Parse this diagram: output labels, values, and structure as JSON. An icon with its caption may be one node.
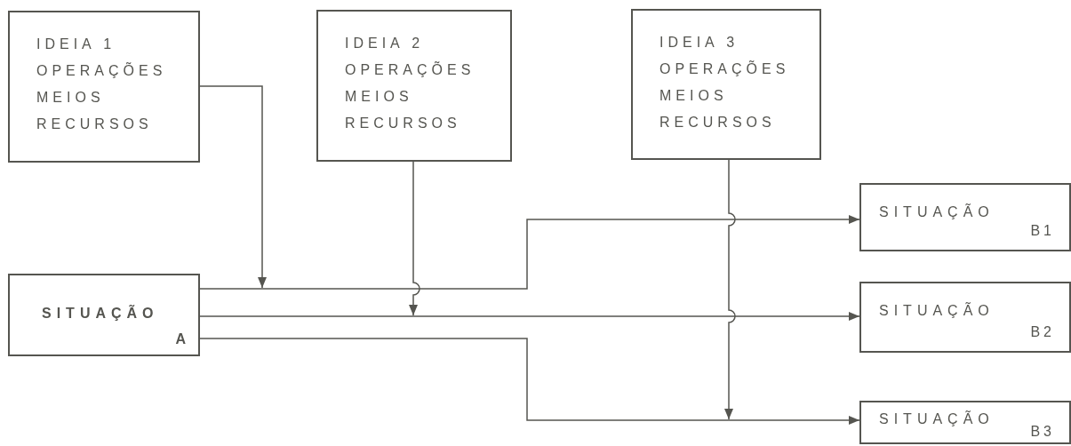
{
  "diagram": {
    "nodes": [
      {
        "text": [
          "IDEIA 1",
          "OPERAÇÕES",
          "MEIOS",
          "RECURSOS"
        ]
      },
      {
        "text": [
          "IDEIA 2",
          "OPERAÇÕES",
          "MEIOS",
          "RECURSOS"
        ]
      },
      {
        "text": [
          "IDEIA 3",
          "OPERAÇÕES",
          "MEIOS",
          "RECURSOS"
        ]
      },
      {
        "text": [
          "SITUAÇÃO",
          "A"
        ]
      },
      {
        "text": [
          "SITUAÇÃO",
          "B1"
        ]
      },
      {
        "text": [
          "SITUAÇÃO",
          "B2"
        ]
      },
      {
        "text": [
          "SITUAÇÃO",
          "B3"
        ]
      }
    ],
    "edges": [
      {
        "from": 3,
        "to": 4,
        "arrow": "to"
      },
      {
        "from": 3,
        "to": 5,
        "arrow": "to"
      },
      {
        "from": 3,
        "to": 6,
        "arrow": "to"
      },
      {
        "from": 0,
        "to": null,
        "arrow": "to"
      },
      {
        "from": 1,
        "to": null,
        "arrow": "to"
      },
      {
        "from": 2,
        "to": null,
        "arrow": "to"
      }
    ]
  }
}
